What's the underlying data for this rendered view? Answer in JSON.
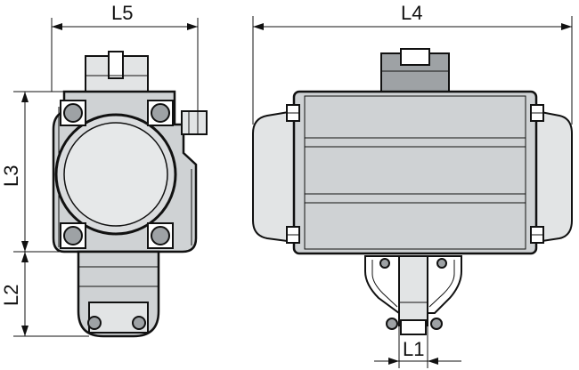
{
  "dimensions": {
    "l1": "L1",
    "l2": "L2",
    "l3": "L3",
    "l4": "L4",
    "l5": "L5"
  }
}
